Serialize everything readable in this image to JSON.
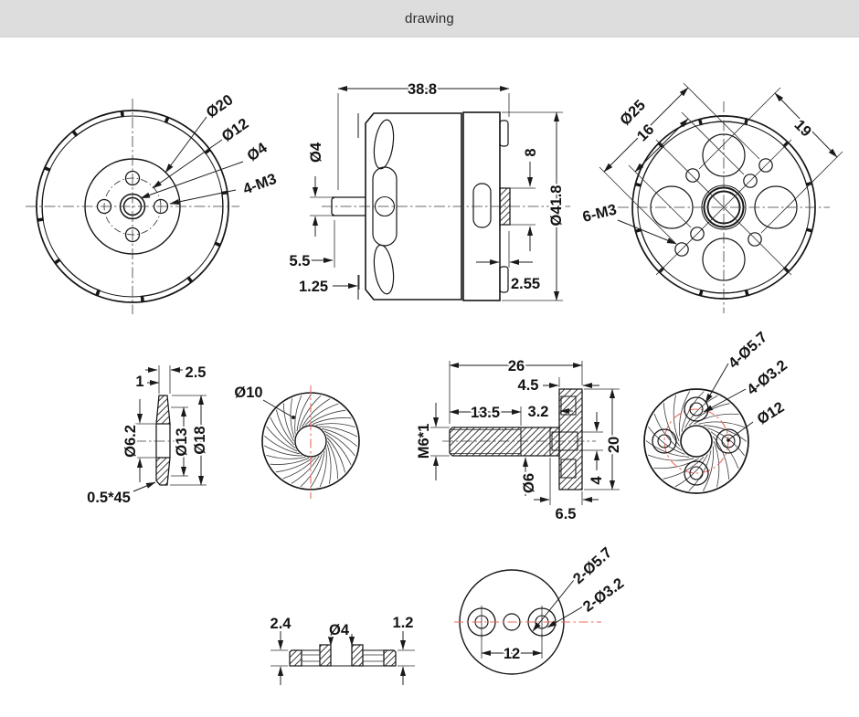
{
  "header": {
    "title": "drawing"
  },
  "colors": {
    "line": "#1a1a1a",
    "accent_red": "#ee6a5f",
    "header_bg": "#dddddd"
  },
  "views": {
    "front": {
      "labels": {
        "hub_dia": "Ø20",
        "bolt_circle": "Ø12",
        "shaft_dia": "Ø4",
        "mount_holes": "4-M3"
      }
    },
    "side": {
      "labels": {
        "length": "38.8",
        "shaft_dia": "Ø4",
        "shaft_stickout": "5.5",
        "lip": "1.25",
        "rear_gap": "2.55",
        "rear_boss": "8",
        "outer_dia": "Ø41.8"
      }
    },
    "rear": {
      "labels": {
        "outer_hole_span": "Ø25",
        "hole_span_16": "16",
        "hole_span_19": "19",
        "mount_holes": "6-M3"
      }
    },
    "washer": {
      "labels": {
        "thickness": "2.5",
        "inner_thickness": "1",
        "bore": "Ø6.2",
        "mid_dia": "Ø13",
        "outer_dia": "Ø18",
        "chamfer": "0.5*45"
      }
    },
    "knurl_disc": {
      "labels": {
        "bore": "Ø10"
      }
    },
    "adapter": {
      "labels": {
        "length": "26",
        "flange_width": "4.5",
        "thread_length": "13.5",
        "relief": "3.2",
        "thread": "M6*1",
        "shaft_dia": "Ø6",
        "flange_dia": "20",
        "step": "4",
        "hub_dia": "6.5"
      }
    },
    "mount_disc": {
      "labels": {
        "holes_outer": "4-Ø5.7",
        "holes_inner": "4-Ø3.2",
        "bolt_circle": "Ø12"
      }
    },
    "spacer": {
      "labels": {
        "boss_height": "2.4",
        "bore": "Ø4",
        "rim_height": "1.2"
      }
    },
    "plate": {
      "labels": {
        "holes_outer": "2-Ø5.7",
        "holes_inner": "2-Ø3.2",
        "hole_spacing": "12"
      }
    }
  }
}
